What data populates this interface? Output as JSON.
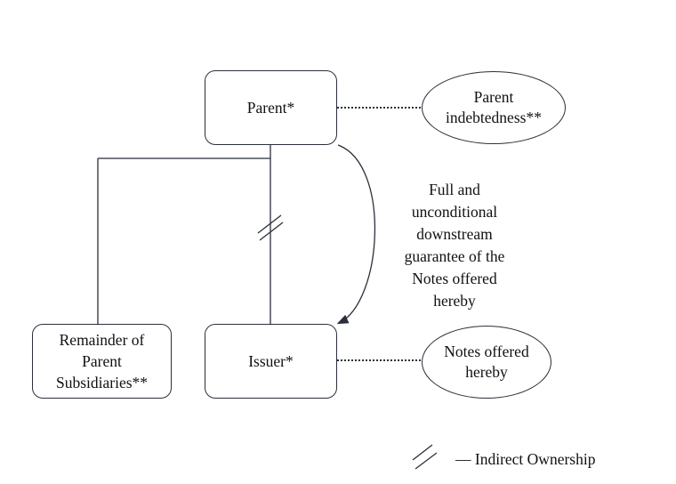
{
  "nodes": {
    "parent": {
      "label": "Parent*"
    },
    "parent_debt": {
      "label": "Parent\nindebtedness**"
    },
    "remainder": {
      "label": "Remainder of\nParent\nSubsidiaries**"
    },
    "issuer": {
      "label": "Issuer*"
    },
    "notes": {
      "label": "Notes offered\nhereby"
    }
  },
  "guarantee_label": "Full and\nunconditional\ndownstream\nguarantee of the\nNotes offered\nhereby",
  "legend": {
    "indirect_ownership": "— Indirect Ownership"
  },
  "colors": {
    "stroke": "#2b2f3a",
    "text": "#111111"
  }
}
